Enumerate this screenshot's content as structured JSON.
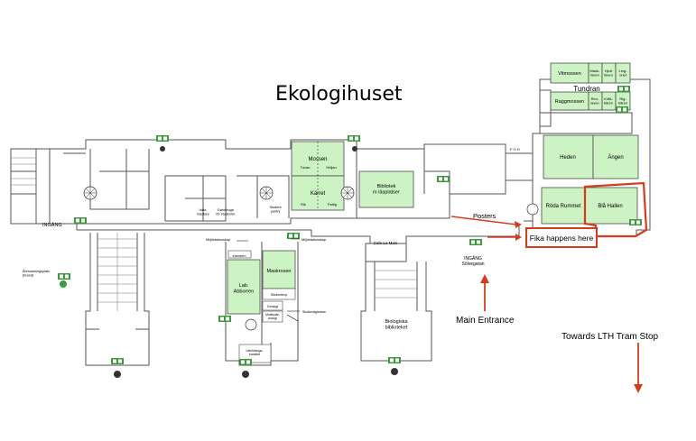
{
  "title": "Ekologihuset",
  "annotations": {
    "fika": "Fika happens here",
    "posters": "Posters",
    "main_entrance": "Main Entrance",
    "lth_tram": "Towards LTH Tram Stop"
  },
  "rooms": {
    "vitmossen": "Vitmossen",
    "maskfaven": "Mask-\nfaven",
    "hjortfaven": "Hjort\nfaven",
    "lingonet": "Ling-\nonet",
    "tundran": "Tundran",
    "raggmossen": "Raggmossen",
    "renlaven": "Ren-\nlaven",
    "krakbaren": "Kråk-\nbären",
    "rigbaren": "Rig-\nbären",
    "heden": "Heden",
    "angen": "Ängen",
    "roda_rummet": "Röda Rummet",
    "bla_hallen": "Blå Hallen",
    "mossen": "Mossen",
    "tuvan": "Tuvan",
    "hoeljan": "Höljan",
    "karret": "Kärret",
    "rik": "Rik",
    "fattig": "Fattig",
    "bibliotek": "Bibliotek\nm läsplatser",
    "vaktmastare": "Vakt-\nmästare",
    "datorbuga": "Datorbuga\nför studenter",
    "student_pantry": "Student\npantry",
    "cafe": "Cafe Lo Mani",
    "biologiska": "Biologiska\nbiblioteket",
    "interdem": "Interdem",
    "lab_abborren": "Lab.\nAbborren",
    "maskrosen": "Maskrosen",
    "studentexp": "Studentexp",
    "geologi": "Geologi",
    "molekylar": "Molekylär-\nbiologi",
    "studievagledare": "Studievägledare",
    "utbildning": "Utbildnings-\nkansliet"
  },
  "labels": {
    "ingang_west": "INGÅNG",
    "ingang_main": "INGÅNG\nSölvegatan",
    "miljo_left": "Miljöstationskap",
    "miljo_right": "Miljöstationskap",
    "aterssamling": "Återsamlingsplats\n(brand)",
    "door_code": "F  G  H"
  },
  "colors": {
    "room_fill": "#cdf2c4",
    "room_stroke": "#4a4a4a",
    "wall": "#555555",
    "annotation_red": "#d33d1d",
    "exit_green": "#3c9a3c"
  }
}
